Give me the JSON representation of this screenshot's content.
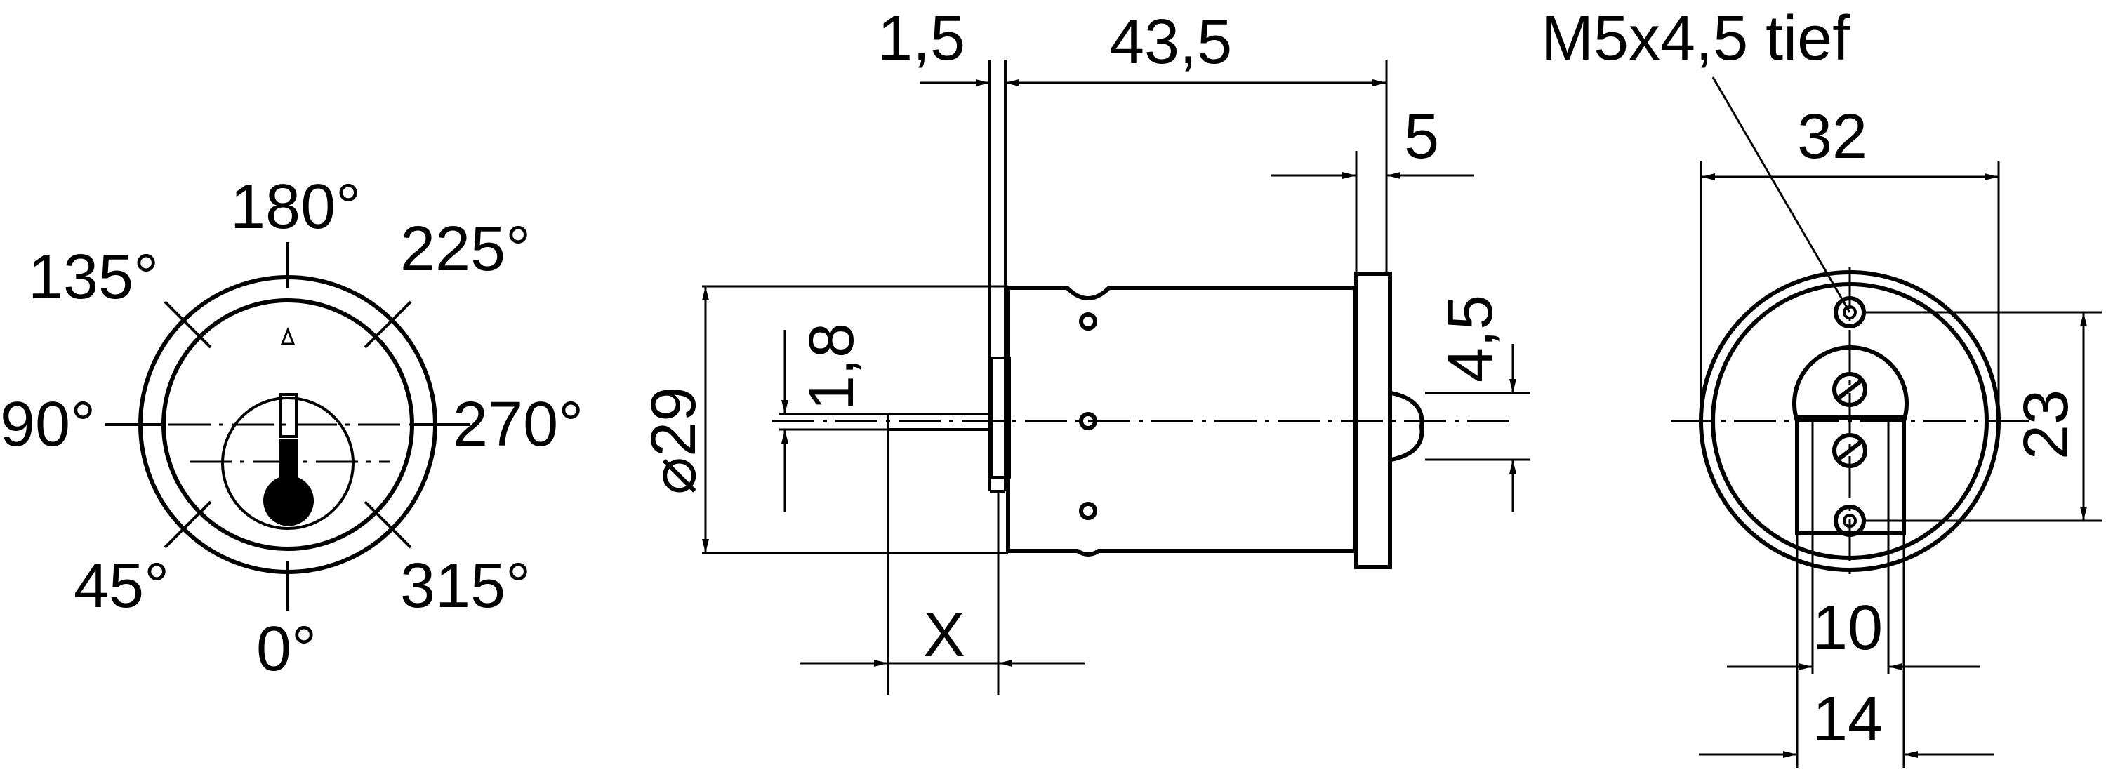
{
  "front_view": {
    "angles": [
      "180°",
      "135°",
      "225°",
      "90°",
      "270°",
      "45°",
      "315°",
      "0°"
    ]
  },
  "side_view": {
    "dim_plate": "1,5",
    "dim_body_length": "43,5",
    "dim_flange": "5",
    "dim_diameter": "⌀29",
    "dim_pin": "1,8",
    "dim_cam": "4,5",
    "dim_x": "X"
  },
  "rear_view": {
    "thread_note": "M5x4,5 tief",
    "dim_width": "32",
    "dim_height": "23",
    "dim_inner": "10",
    "dim_outer": "14"
  }
}
